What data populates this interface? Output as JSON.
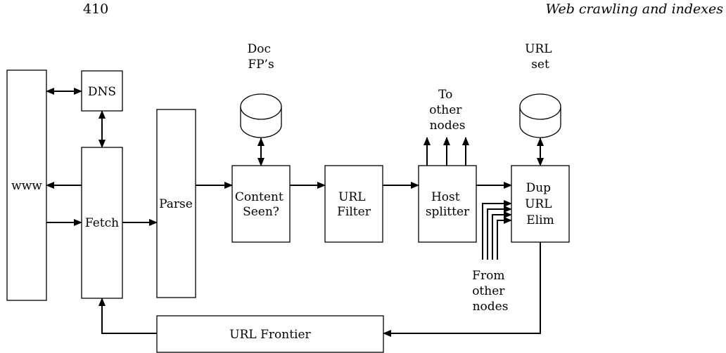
{
  "header": {
    "page_number": "410",
    "running_head": "Web crawling and indexes"
  },
  "diagram": {
    "nodes": {
      "www": "www",
      "dns": "DNS",
      "fetch": "Fetch",
      "parse": "Parse",
      "content_seen": [
        "Content",
        "Seen?"
      ],
      "url_filter": [
        "URL",
        "Filter"
      ],
      "host_splitter": [
        "Host",
        "splitter"
      ],
      "dup_url_elim": [
        "Dup",
        "URL",
        "Elim"
      ],
      "url_frontier": "URL Frontier"
    },
    "stores": {
      "doc_fps": [
        "Doc",
        "FP’s"
      ],
      "url_set": [
        "URL",
        "set"
      ]
    },
    "annotations": {
      "to_other_nodes": [
        "To",
        "other",
        "nodes"
      ],
      "from_other_nodes": [
        "From",
        "other",
        "nodes"
      ]
    }
  }
}
